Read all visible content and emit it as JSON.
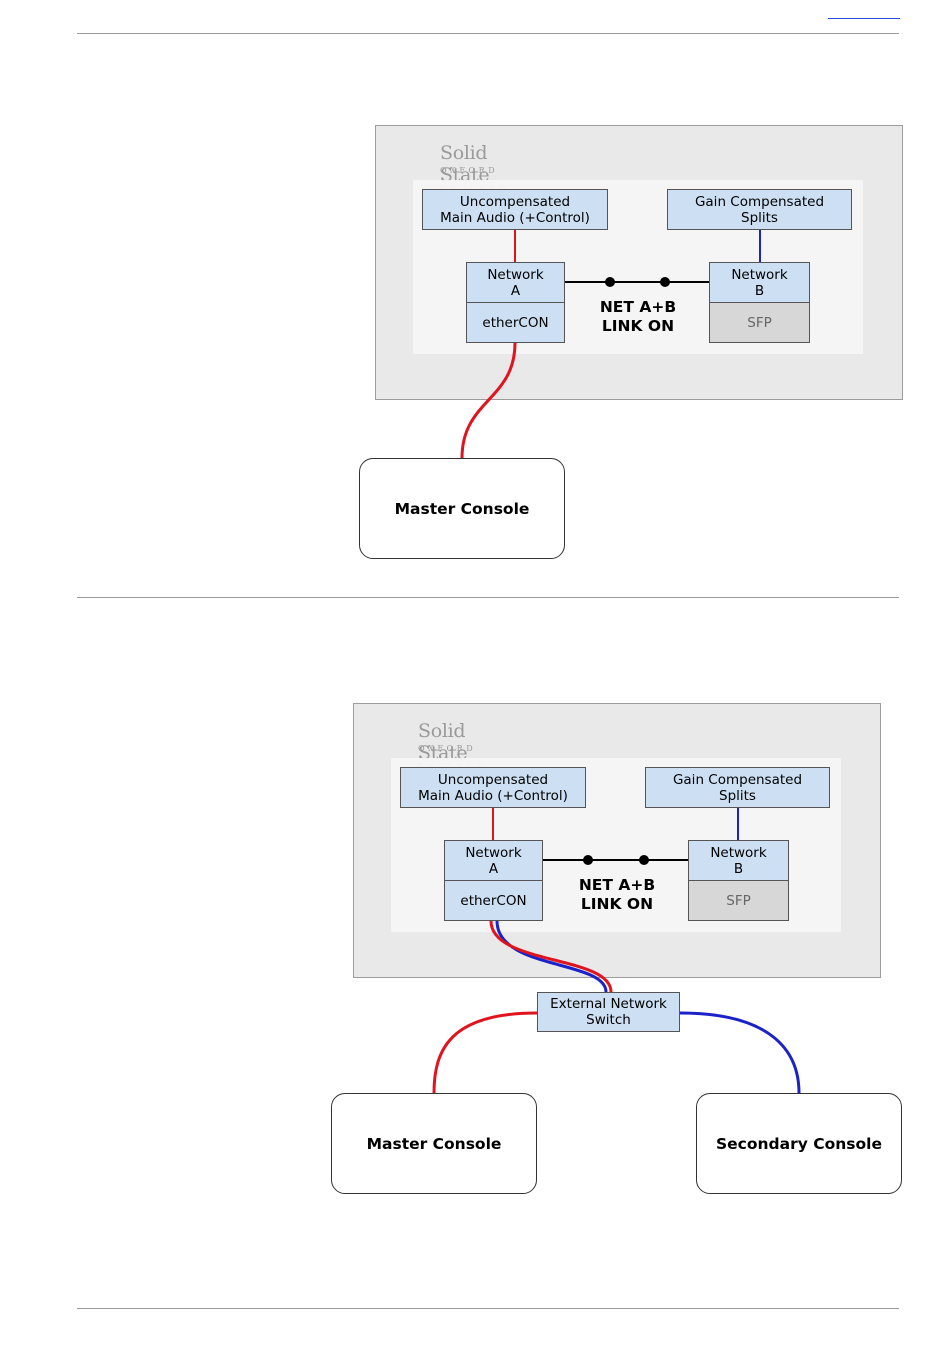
{
  "brand": {
    "name": "Solid State Logic",
    "tagline": "OXFORD • ENGLAND"
  },
  "diagram1": {
    "uncompensated": "Uncompensated\nMain Audio (+Control)",
    "gain_compensated": "Gain Compensated\nSplits",
    "network_a": "Network\nA",
    "network_b": "Network\nB",
    "ethercon": "etherCON",
    "sfp": "SFP",
    "link": "NET A+B\nLINK ON",
    "master_console": "Master Console"
  },
  "diagram2": {
    "uncompensated": "Uncompensated\nMain Audio (+Control)",
    "gain_compensated": "Gain Compensated\nSplits",
    "network_a": "Network\nA",
    "network_b": "Network\nB",
    "ethercon": "etherCON",
    "sfp": "SFP",
    "link": "NET A+B\nLINK ON",
    "switch": "External Network\nSwitch",
    "master_console": "Master Console",
    "secondary_console": "Secondary Console"
  },
  "colors": {
    "red_wire": "#e0141e",
    "blue_wire": "#1a22c8",
    "box_fill": "#cde0f3"
  }
}
